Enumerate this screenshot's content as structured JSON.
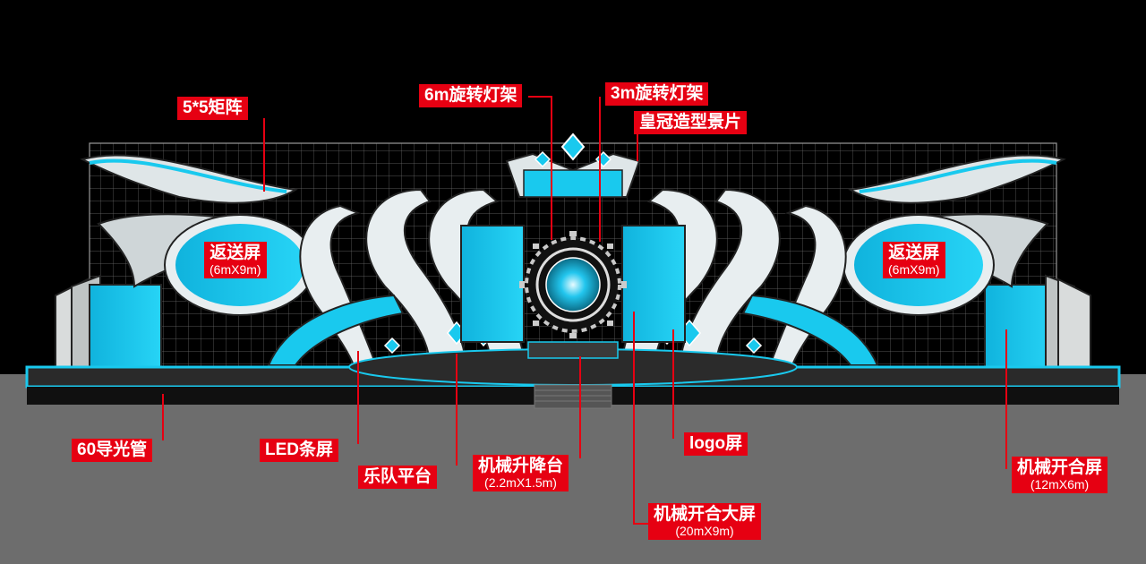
{
  "labels": {
    "matrix": "5*5矩阵",
    "rotate6": "6m旋转灯架",
    "rotate3": "3m旋转灯架",
    "crown": "皇冠造型景片",
    "return_left": "返送屏",
    "return_left_size": "(6mX9m)",
    "return_right": "返送屏",
    "return_right_size": "(6mX9m)",
    "light_tube": "60导光管",
    "led_strip": "LED条屏",
    "band": "乐队平台",
    "lift": "机械升降台",
    "lift_size": "(2.2mX1.5m)",
    "big_screen": "机械开合大屏",
    "big_screen_size": "(20mX9m)",
    "logo": "logo屏",
    "side_screen": "机械开合屏",
    "side_screen_size": "(12mX6m)"
  },
  "colors": {
    "background": "#000000",
    "floor": "#6d6d6d",
    "cyan": "#19c9ee",
    "white_frame": "#e8eef0",
    "label_red": "#e60012"
  }
}
